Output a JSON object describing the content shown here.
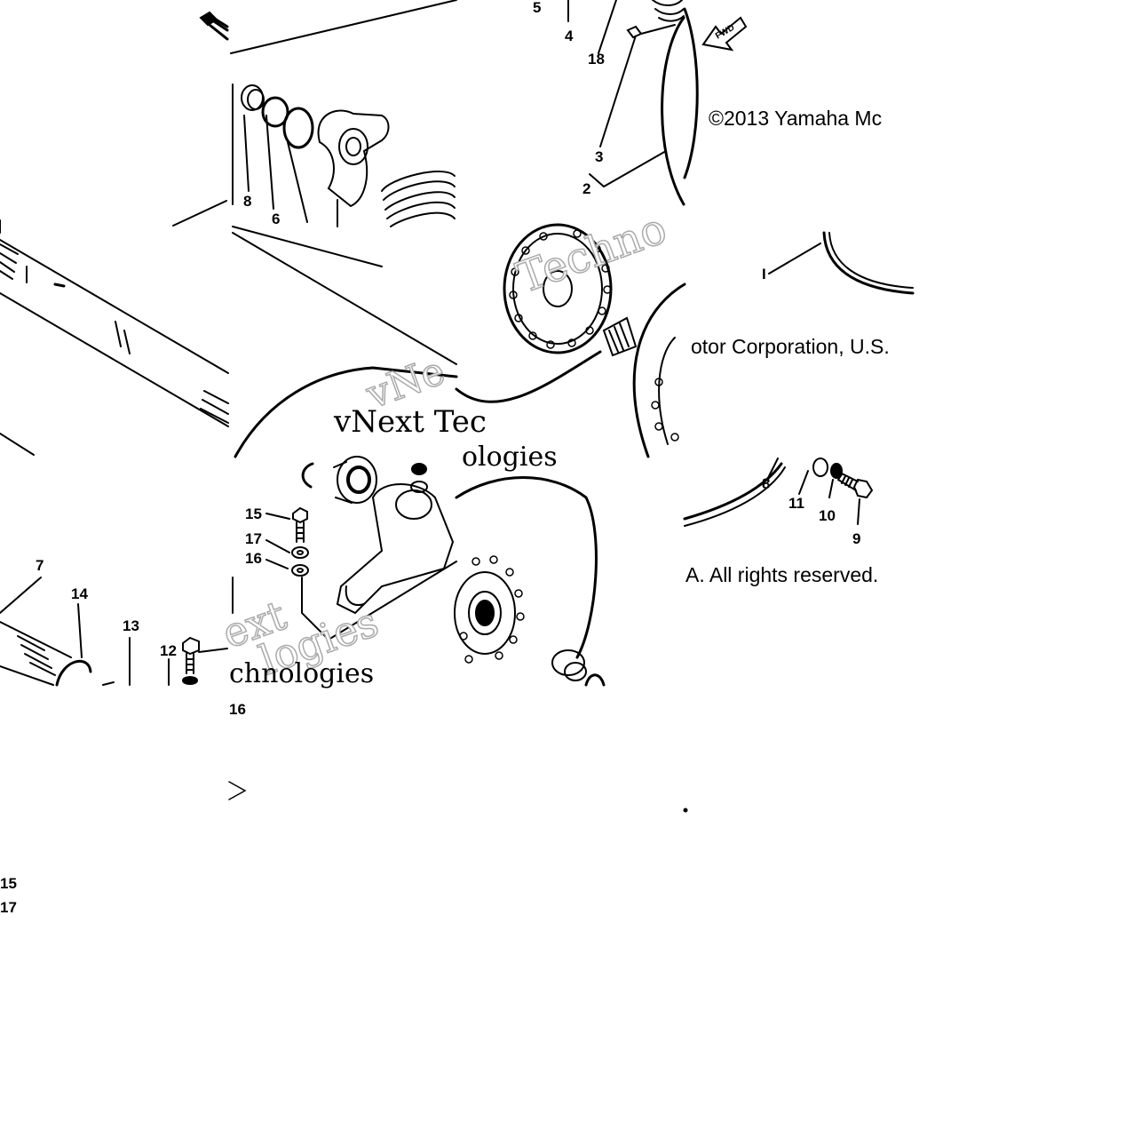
{
  "diagram": {
    "callouts": [
      {
        "id": "5",
        "label": "5"
      },
      {
        "id": "4",
        "label": "4"
      },
      {
        "id": "18",
        "label": "18"
      },
      {
        "id": "3",
        "label": "3"
      },
      {
        "id": "2",
        "label": "2"
      },
      {
        "id": "8a",
        "label": "8"
      },
      {
        "id": "6",
        "label": "6"
      },
      {
        "id": "1",
        "label": "I"
      },
      {
        "id": "8b",
        "label": "8"
      },
      {
        "id": "11",
        "label": "11"
      },
      {
        "id": "10",
        "label": "10"
      },
      {
        "id": "9",
        "label": "9"
      },
      {
        "id": "15a",
        "label": "15"
      },
      {
        "id": "17a",
        "label": "17"
      },
      {
        "id": "16a",
        "label": "16"
      },
      {
        "id": "7",
        "label": "7"
      },
      {
        "id": "14",
        "label": "14"
      },
      {
        "id": "13",
        "label": "13"
      },
      {
        "id": "12",
        "label": "12"
      },
      {
        "id": "16b",
        "label": "16"
      },
      {
        "id": "15b",
        "label": "15"
      },
      {
        "id": "17b",
        "label": "17"
      }
    ],
    "fwd_label": "FWD"
  },
  "copyright": {
    "part1": "©2013 Yamaha Mc",
    "part2": "otor Corporation, U.S.",
    "part3": "A. All rights reserved."
  },
  "watermark": {
    "w1": "Techno",
    "w2": "vNe",
    "w3": "vNext Tec",
    "w4": "ologies",
    "w5": "ext",
    "w6": "logies",
    "w7": "chnologies"
  },
  "colors": {
    "line": "#000000",
    "watermark": "#c8c8c8",
    "background": "#ffffff"
  }
}
